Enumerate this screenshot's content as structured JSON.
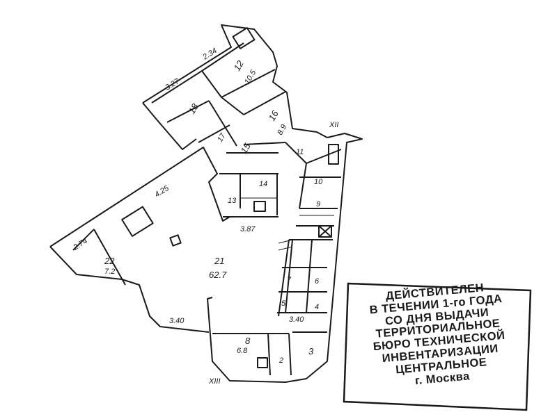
{
  "plan": {
    "labels": [
      {
        "id": "room-12",
        "text": "12"
      },
      {
        "id": "room-12-area",
        "text": "10.5"
      },
      {
        "id": "dim-234",
        "text": "2.34"
      },
      {
        "id": "dim-327",
        "text": "3.27"
      },
      {
        "id": "room-18",
        "text": "18"
      },
      {
        "id": "room-16",
        "text": "16"
      },
      {
        "id": "room-16-area",
        "text": "8.9"
      },
      {
        "id": "room-15",
        "text": "15"
      },
      {
        "id": "room-17",
        "text": "17"
      },
      {
        "id": "room-14",
        "text": "14"
      },
      {
        "id": "room-13",
        "text": "13"
      },
      {
        "id": "room-11",
        "text": "11"
      },
      {
        "id": "room-10",
        "text": "10"
      },
      {
        "id": "room-9",
        "text": "9"
      },
      {
        "id": "dim-425",
        "text": "4.25"
      },
      {
        "id": "dim-387",
        "text": "3.87"
      },
      {
        "id": "room-22",
        "text": "22"
      },
      {
        "id": "room-22-area",
        "text": "7.2"
      },
      {
        "id": "dim-274",
        "text": "2.74"
      },
      {
        "id": "room-21",
        "text": "21"
      },
      {
        "id": "room-21-area",
        "text": "62.7"
      },
      {
        "id": "room-7",
        "text": "7"
      },
      {
        "id": "room-6",
        "text": "6"
      },
      {
        "id": "room-5",
        "text": "5"
      },
      {
        "id": "room-4",
        "text": "4"
      },
      {
        "id": "dim-340",
        "text": "3.40"
      },
      {
        "id": "dim-340b",
        "text": "3.40"
      },
      {
        "id": "room-3",
        "text": "3"
      },
      {
        "id": "room-8",
        "text": "8"
      },
      {
        "id": "room-8-area",
        "text": "6.8"
      },
      {
        "id": "room-2",
        "text": "2"
      },
      {
        "id": "roman-xii",
        "text": "XII"
      },
      {
        "id": "roman-xiii",
        "text": "XIII"
      }
    ]
  },
  "stamp": {
    "lines": [
      "ДЕЙСТВИТЕЛЕН",
      "В ТЕЧЕНИИ 1-го ГОДА",
      "СО ДНЯ ВЫДАЧИ",
      "ТЕРРИТОРИАЛЬНОЕ",
      "БЮРО ТЕХНИЧЕСКОЙ",
      "ИНВЕНТАРИЗАЦИИ",
      "ЦЕНТРАЛЬНОЕ",
      "г. Москва"
    ]
  }
}
